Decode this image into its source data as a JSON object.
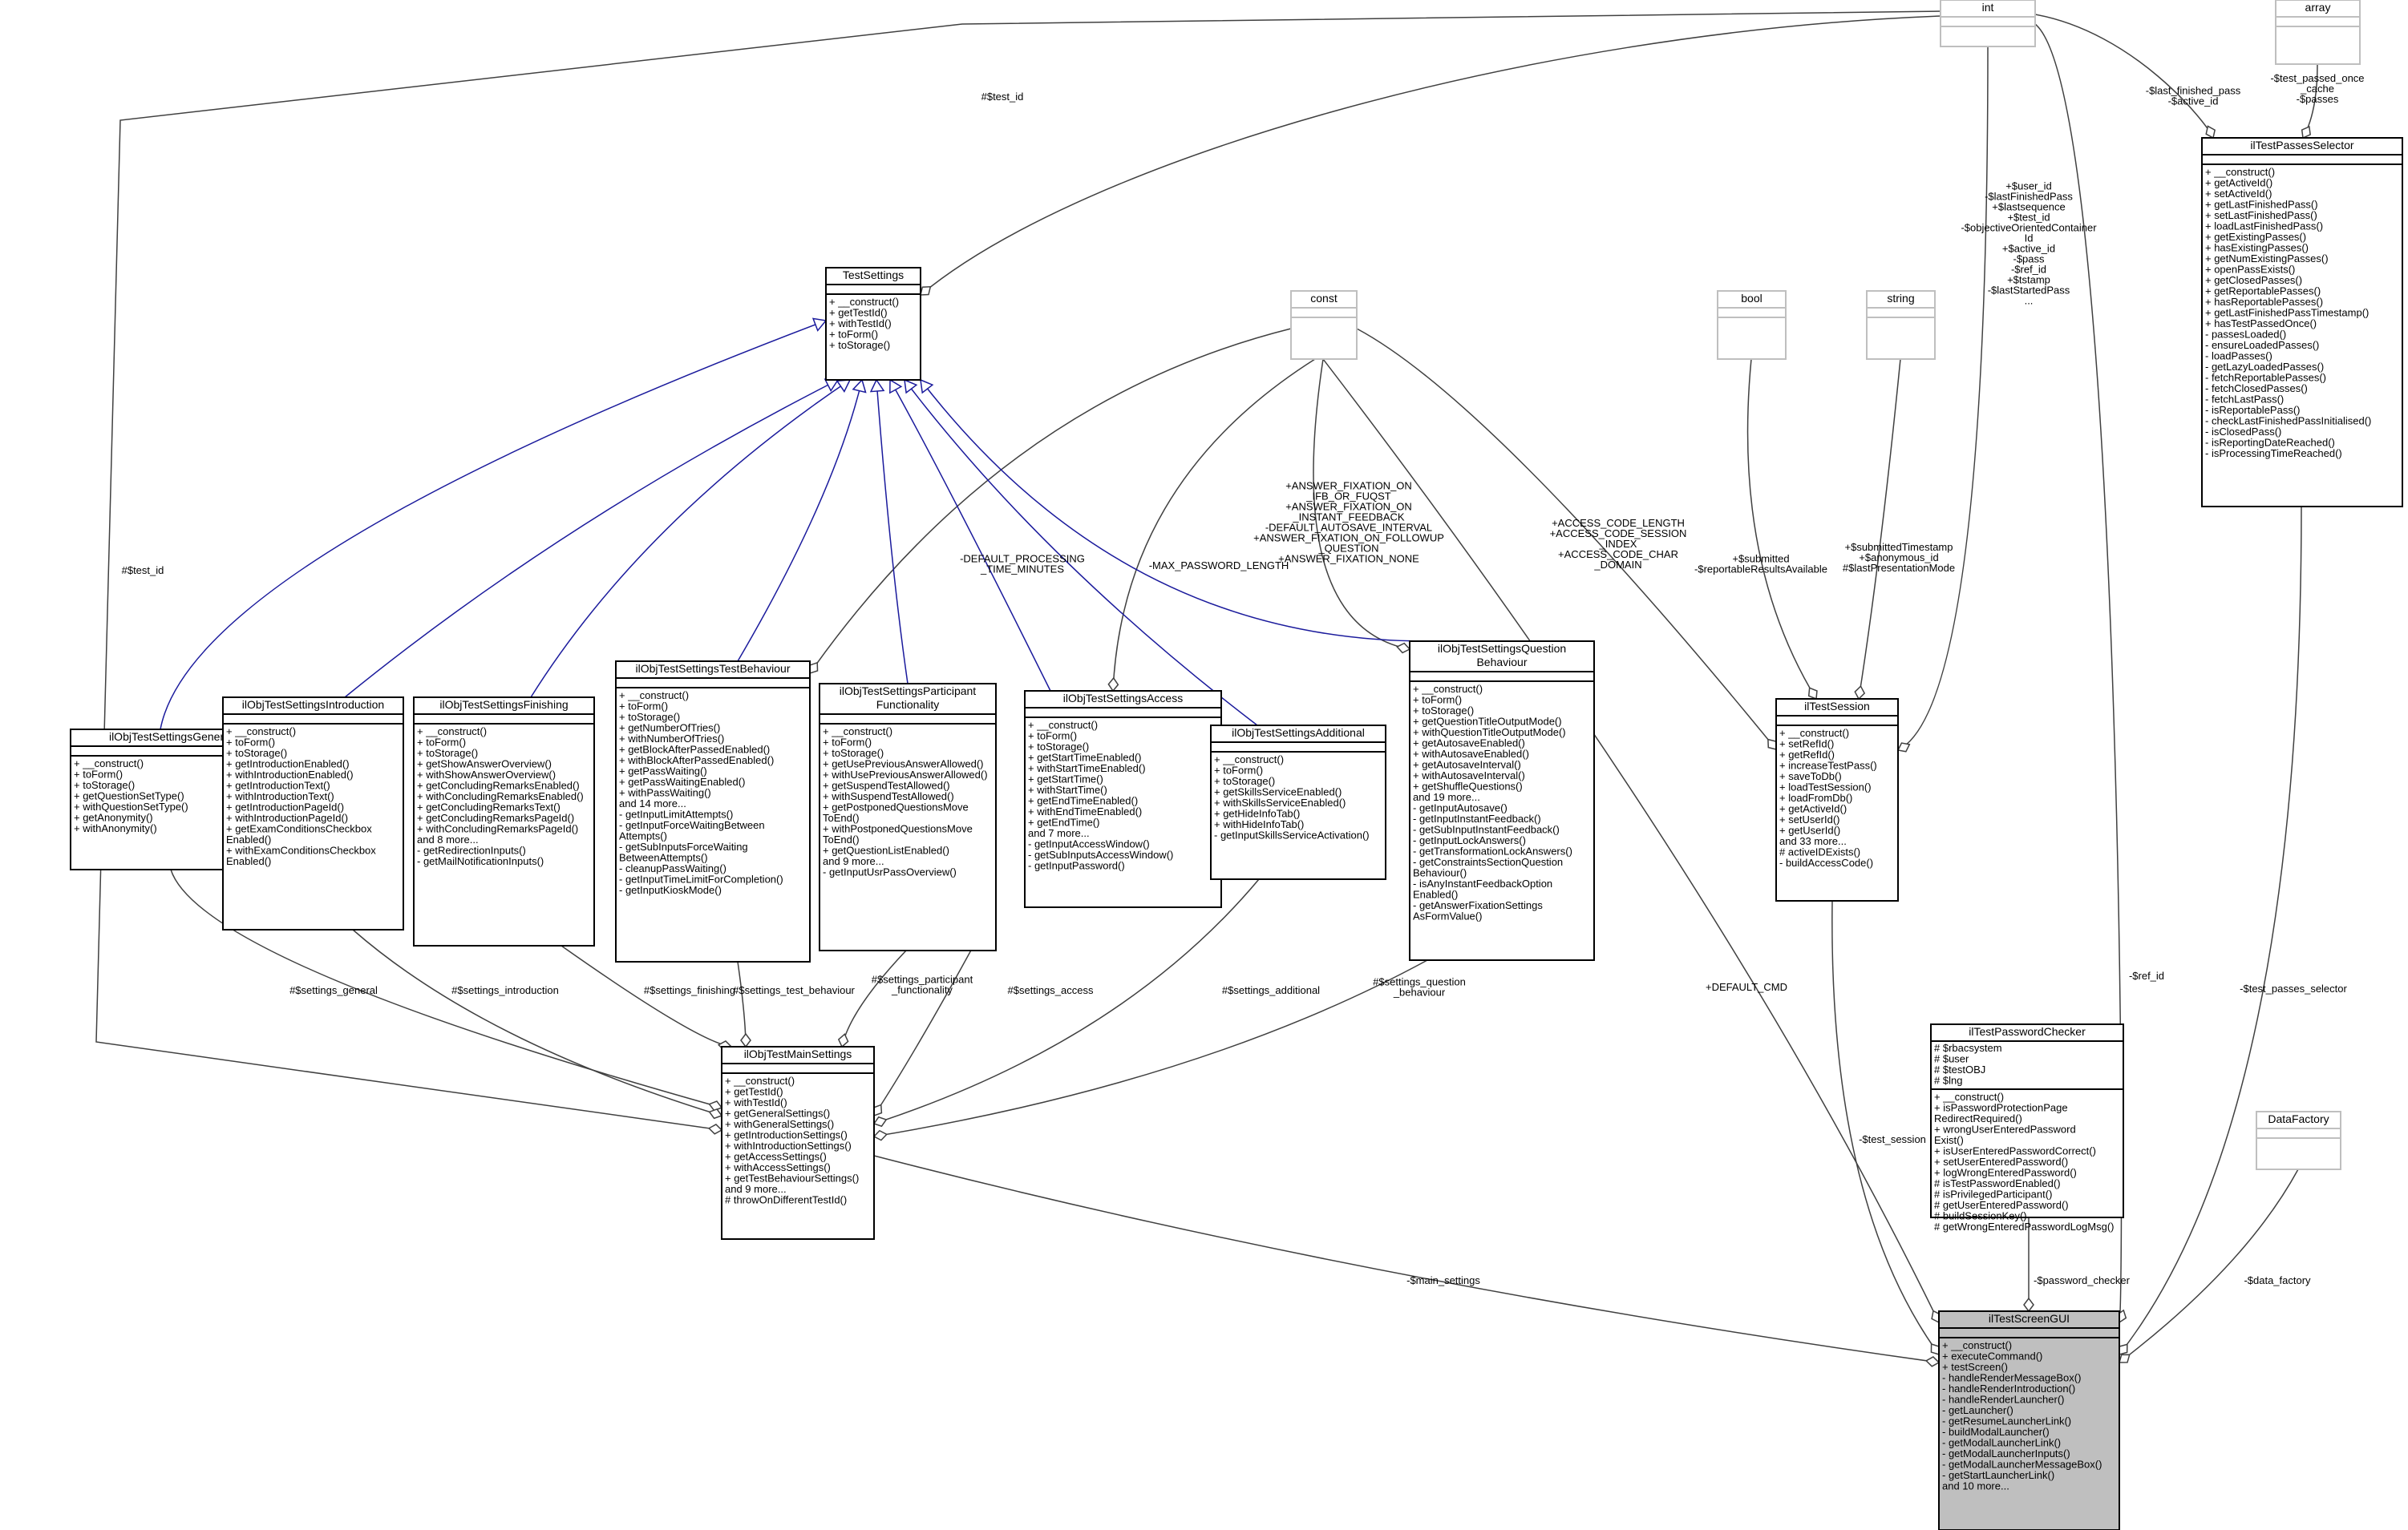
{
  "diagram": {
    "type": "uml-collaboration-graph",
    "focus_class": "ilTestScreenGUI",
    "classes": [
      {
        "id": "int",
        "name": "int",
        "kind": "primitive",
        "members": []
      },
      {
        "id": "array",
        "name": "array",
        "kind": "primitive",
        "members": []
      },
      {
        "id": "const",
        "name": "const",
        "kind": "primitive",
        "members": []
      },
      {
        "id": "bool",
        "name": "bool",
        "kind": "primitive",
        "members": []
      },
      {
        "id": "string",
        "name": "string",
        "kind": "primitive",
        "members": []
      },
      {
        "id": "DataFactory",
        "name": "DataFactory",
        "kind": "primitive",
        "members": []
      },
      {
        "id": "TestSettings",
        "name": "TestSettings",
        "kind": "class",
        "members": [
          "+ __construct()",
          "+ getTestId()",
          "+ withTestId()",
          "+ toForm()",
          "+ toStorage()"
        ]
      },
      {
        "id": "ilTestPassesSelector",
        "name": "ilTestPassesSelector",
        "kind": "class",
        "members": [
          "+ __construct()",
          "+ getActiveId()",
          "+ setActiveId()",
          "+ getLastFinishedPass()",
          "+ setLastFinishedPass()",
          "+ loadLastFinishedPass()",
          "+ getExistingPasses()",
          "+ hasExistingPasses()",
          "+ getNumExistingPasses()",
          "+ openPassExists()",
          "+ getClosedPasses()",
          "+ getReportablePasses()",
          "+ hasReportablePasses()",
          "+ getLastFinishedPassTimestamp()",
          "+ hasTestPassedOnce()",
          "- passesLoaded()",
          "- ensureLoadedPasses()",
          "- loadPasses()",
          "- getLazyLoadedPasses()",
          "- fetchReportablePasses()",
          "- fetchClosedPasses()",
          "- fetchLastPass()",
          "- isReportablePass()",
          "- checkLastFinishedPassInitialised()",
          "- isClosedPass()",
          "- isReportingDateReached()",
          "- isProcessingTimeReached()"
        ]
      },
      {
        "id": "ilObjTestSettingsGeneral",
        "name": "ilObjTestSettingsGeneral",
        "kind": "class",
        "members": [
          "+ __construct()",
          "+ toForm()",
          "+ toStorage()",
          "+ getQuestionSetType()",
          "+ withQuestionSetType()",
          "+ getAnonymity()",
          "+ withAnonymity()"
        ]
      },
      {
        "id": "ilObjTestSettingsIntroduction",
        "name": "ilObjTestSettingsIntroduction",
        "kind": "class",
        "members": [
          "+ __construct()",
          "+ toForm()",
          "+ toStorage()",
          "+ getIntroductionEnabled()",
          "+ withIntroductionEnabled()",
          "+ getIntroductionText()",
          "+ withIntroductionText()",
          "+ getIntroductionPageId()",
          "+ withIntroductionPageId()",
          "+ getExamConditionsCheckbox",
          "Enabled()",
          "+ withExamConditionsCheckbox",
          "Enabled()"
        ]
      },
      {
        "id": "ilObjTestSettingsFinishing",
        "name": "ilObjTestSettingsFinishing",
        "kind": "class",
        "members": [
          "+ __construct()",
          "+ toForm()",
          "+ toStorage()",
          "+ getShowAnswerOverview()",
          "+ withShowAnswerOverview()",
          "+ getConcludingRemarksEnabled()",
          "+ withConcludingRemarksEnabled()",
          "+ getConcludingRemarksText()",
          "+ getConcludingRemarksPageId()",
          "+ withConcludingRemarksPageId()",
          "and 8 more...",
          "- getRedirectionInputs()",
          "- getMailNotificationInputs()"
        ]
      },
      {
        "id": "ilObjTestSettingsTestBehaviour",
        "name": "ilObjTestSettingsTestBehaviour",
        "kind": "class",
        "members": [
          "+ __construct()",
          "+ toForm()",
          "+ toStorage()",
          "+ getNumberOfTries()",
          "+ withNumberOfTries()",
          "+ getBlockAfterPassedEnabled()",
          "+ withBlockAfterPassedEnabled()",
          "+ getPassWaiting()",
          "+ getPassWaitingEnabled()",
          "+ withPassWaiting()",
          "and 14 more...",
          "- getInputLimitAttempts()",
          "- getInputForceWaitingBetween",
          "Attempts()",
          "- getSubInputsForceWaiting",
          "BetweenAttempts()",
          "- cleanupPassWaiting()",
          "- getInputTimeLimitForCompletion()",
          "- getInputKioskMode()"
        ]
      },
      {
        "id": "ilObjTestSettingsParticipantFunctionality",
        "name": "ilObjTestSettingsParticipant\nFunctionality",
        "kind": "class",
        "members": [
          "+ __construct()",
          "+ toForm()",
          "+ toStorage()",
          "+ getUsePreviousAnswerAllowed()",
          "+ withUsePreviousAnswerAllowed()",
          "+ getSuspendTestAllowed()",
          "+ withSuspendTestAllowed()",
          "+ getPostponedQuestionsMove",
          "ToEnd()",
          "+ withPostponedQuestionsMove",
          "ToEnd()",
          "+ getQuestionListEnabled()",
          "and 9 more...",
          "- getInputUsrPassOverview()"
        ]
      },
      {
        "id": "ilObjTestSettingsAccess",
        "name": "ilObjTestSettingsAccess",
        "kind": "class",
        "members": [
          "+ __construct()",
          "+ toForm()",
          "+ toStorage()",
          "+ getStartTimeEnabled()",
          "+ withStartTimeEnabled()",
          "+ getStartTime()",
          "+ withStartTime()",
          "+ getEndTimeEnabled()",
          "+ withEndTimeEnabled()",
          "+ getEndTime()",
          "and 7 more...",
          "- getInputAccessWindow()",
          "- getSubInputsAccessWindow()",
          "- getInputPassword()"
        ]
      },
      {
        "id": "ilObjTestSettingsAdditional",
        "name": "ilObjTestSettingsAdditional",
        "kind": "class",
        "members": [
          "+ __construct()",
          "+ toForm()",
          "+ toStorage()",
          "+ getSkillsServiceEnabled()",
          "+ withSkillsServiceEnabled()",
          "+ getHideInfoTab()",
          "+ withHideInfoTab()",
          "- getInputSkillsServiceActivation()"
        ]
      },
      {
        "id": "ilObjTestSettingsQuestionBehaviour",
        "name": "ilObjTestSettingsQuestion\nBehaviour",
        "kind": "class",
        "members": [
          "+ __construct()",
          "+ toForm()",
          "+ toStorage()",
          "+ getQuestionTitleOutputMode()",
          "+ withQuestionTitleOutputMode()",
          "+ getAutosaveEnabled()",
          "+ withAutosaveEnabled()",
          "+ getAutosaveInterval()",
          "+ withAutosaveInterval()",
          "+ getShuffleQuestions()",
          "and 19 more...",
          "- getInputAutosave()",
          "- getInputInstantFeedback()",
          "- getSubInputInstantFeedback()",
          "- getInputLockAnswers()",
          "- getTransformationLockAnswers()",
          "- getConstraintsSectionQuestion",
          "Behaviour()",
          "- isAnyInstantFeedbackOption",
          "Enabled()",
          "- getAnswerFixationSettings",
          "AsFormValue()"
        ]
      },
      {
        "id": "ilTestSession",
        "name": "ilTestSession",
        "kind": "class",
        "members": [
          "+ __construct()",
          "+ setRefId()",
          "+ getRefId()",
          "+ increaseTestPass()",
          "+ saveToDb()",
          "+ loadTestSession()",
          "+ loadFromDb()",
          "+ getActiveId()",
          "+ setUserId()",
          "+ getUserId()",
          "and 33 more...",
          "# activeIDExists()",
          "- buildAccessCode()"
        ]
      },
      {
        "id": "ilObjTestMainSettings",
        "name": "ilObjTestMainSettings",
        "kind": "class",
        "members": [
          "+ __construct()",
          "+ getTestId()",
          "+ withTestId()",
          "+ getGeneralSettings()",
          "+ withGeneralSettings()",
          "+ getIntroductionSettings()",
          "+ withIntroductionSettings()",
          "+ getAccessSettings()",
          "+ withAccessSettings()",
          "+ getTestBehaviourSettings()",
          "and 9 more...",
          "# throwOnDifferentTestId()"
        ]
      },
      {
        "id": "ilTestPasswordChecker",
        "name": "ilTestPasswordChecker",
        "kind": "class",
        "attributes": [
          "# $rbacsystem",
          "# $user",
          "# $testOBJ",
          "# $lng"
        ],
        "members": [
          "+ __construct()",
          "+ isPasswordProtectionPage",
          "RedirectRequired()",
          "+ wrongUserEnteredPassword",
          "Exist()",
          "+ isUserEnteredPasswordCorrect()",
          "+ setUserEnteredPassword()",
          "+ logWrongEnteredPassword()",
          "# isTestPasswordEnabled()",
          "# isPrivilegedParticipant()",
          "# getUserEnteredPassword()",
          "# buildSessionKey()",
          "# getWrongEnteredPasswordLogMsg()"
        ]
      },
      {
        "id": "ilTestScreenGUI",
        "name": "ilTestScreenGUI",
        "kind": "focus",
        "members": [
          "+ __construct()",
          "+ executeCommand()",
          "+ testScreen()",
          "- handleRenderMessageBox()",
          "- handleRenderIntroduction()",
          "- handleRenderLauncher()",
          "- getLauncher()",
          "- getResumeLauncherLink()",
          "- buildModalLauncher()",
          "- getModalLauncherLink()",
          "- getModalLauncherInputs()",
          "- getModalLauncherMessageBox()",
          "- getStartLauncherLink()",
          "and 10 more..."
        ]
      }
    ],
    "edges": [
      {
        "id": "e_int_testsettings",
        "from": "int",
        "to": "TestSettings",
        "kind": "association",
        "label": [
          "#$test_id"
        ]
      },
      {
        "id": "e_int_mainsettings",
        "from": "int",
        "to": "ilObjTestMainSettings",
        "kind": "association",
        "label": [
          "#$test_id"
        ]
      },
      {
        "id": "e_int_passes",
        "from": "int",
        "to": "ilTestPassesSelector",
        "kind": "association",
        "label": [
          "-$last_finished_pass",
          "-$active_id"
        ]
      },
      {
        "id": "e_array_passes",
        "from": "array",
        "to": "ilTestPassesSelector",
        "kind": "association",
        "label": [
          "-$test_passed_once",
          "_cache",
          "-$passes"
        ]
      },
      {
        "id": "e_int_session",
        "from": "int",
        "to": "ilTestSession",
        "kind": "association",
        "label": [
          "+$user_id",
          "-$lastFinishedPass",
          "+$lastsequence",
          "+$test_id",
          "-$objectiveOrientedContainer",
          "Id",
          "+$active_id",
          "-$pass",
          "-$ref_id",
          "+$tstamp",
          "-$lastStartedPass",
          "..."
        ]
      },
      {
        "id": "e_int_gui",
        "from": "int",
        "to": "ilTestScreenGUI",
        "kind": "association",
        "label": [
          "-$ref_id"
        ]
      },
      {
        "id": "e_const_testbehaviour",
        "from": "const",
        "to": "ilObjTestSettingsTestBehaviour",
        "kind": "association",
        "label": [
          "-DEFAULT_PROCESSING",
          "_TIME_MINUTES"
        ]
      },
      {
        "id": "e_const_access",
        "from": "const",
        "to": "ilObjTestSettingsAccess",
        "kind": "association",
        "label": [
          "-MAX_PASSWORD_LENGTH"
        ]
      },
      {
        "id": "e_const_qbehaviour",
        "from": "const",
        "to": "ilObjTestSettingsQuestionBehaviour",
        "kind": "association",
        "label": [
          "+ANSWER_FIXATION_ON",
          "_IFB_OR_FUQST",
          "+ANSWER_FIXATION_ON",
          "_INSTANT_FEEDBACK",
          "-DEFAULT_AUTOSAVE_INTERVAL",
          "+ANSWER_FIXATION_ON_FOLLOWUP",
          "_QUESTION",
          "+ANSWER_FIXATION_NONE"
        ]
      },
      {
        "id": "e_const_session",
        "from": "const",
        "to": "ilTestSession",
        "kind": "association",
        "label": [
          "+ACCESS_CODE_LENGTH",
          "+ACCESS_CODE_SESSION",
          "_INDEX",
          "+ACCESS_CODE_CHAR",
          "_DOMAIN"
        ]
      },
      {
        "id": "e_const_gui",
        "from": "const",
        "to": "ilTestScreenGUI",
        "kind": "association",
        "label": [
          "+DEFAULT_CMD"
        ]
      },
      {
        "id": "e_bool_session",
        "from": "bool",
        "to": "ilTestSession",
        "kind": "association",
        "label": [
          "+$submitted",
          "-$reportableResultsAvailable"
        ]
      },
      {
        "id": "e_string_session",
        "from": "string",
        "to": "ilTestSession",
        "kind": "association",
        "label": [
          "+$submittedTimestamp",
          "+$anonymous_id",
          "#$lastPresentationMode"
        ]
      },
      {
        "id": "i_general",
        "from": "ilObjTestSettingsGeneral",
        "to": "TestSettings",
        "kind": "inheritance",
        "label": []
      },
      {
        "id": "i_intro",
        "from": "ilObjTestSettingsIntroduction",
        "to": "TestSettings",
        "kind": "inheritance",
        "label": []
      },
      {
        "id": "i_finishing",
        "from": "ilObjTestSettingsFinishing",
        "to": "TestSettings",
        "kind": "inheritance",
        "label": []
      },
      {
        "id": "i_testbehaviour",
        "from": "ilObjTestSettingsTestBehaviour",
        "to": "TestSettings",
        "kind": "inheritance",
        "label": []
      },
      {
        "id": "i_participant",
        "from": "ilObjTestSettingsParticipantFunctionality",
        "to": "TestSettings",
        "kind": "inheritance",
        "label": []
      },
      {
        "id": "i_access",
        "from": "ilObjTestSettingsAccess",
        "to": "TestSettings",
        "kind": "inheritance",
        "label": []
      },
      {
        "id": "i_additional",
        "from": "ilObjTestSettingsAdditional",
        "to": "TestSettings",
        "kind": "inheritance",
        "label": []
      },
      {
        "id": "i_qbehaviour",
        "from": "ilObjTestSettingsQuestionBehaviour",
        "to": "TestSettings",
        "kind": "inheritance",
        "label": []
      },
      {
        "id": "e_general_main",
        "from": "ilObjTestSettingsGeneral",
        "to": "ilObjTestMainSettings",
        "kind": "association",
        "label": [
          "#$settings_general"
        ]
      },
      {
        "id": "e_intro_main",
        "from": "ilObjTestSettingsIntroduction",
        "to": "ilObjTestMainSettings",
        "kind": "association",
        "label": [
          "#$settings_introduction"
        ]
      },
      {
        "id": "e_finishing_main",
        "from": "ilObjTestSettingsFinishing",
        "to": "ilObjTestMainSettings",
        "kind": "association",
        "label": [
          "#$settings_finishing"
        ]
      },
      {
        "id": "e_testbehaviour_main",
        "from": "ilObjTestSettingsTestBehaviour",
        "to": "ilObjTestMainSettings",
        "kind": "association",
        "label": [
          "#$settings_test_behaviour"
        ]
      },
      {
        "id": "e_participant_main",
        "from": "ilObjTestSettingsParticipantFunctionality",
        "to": "ilObjTestMainSettings",
        "kind": "association",
        "label": [
          "#$settings_participant",
          "_functionality"
        ]
      },
      {
        "id": "e_access_main",
        "from": "ilObjTestSettingsAccess",
        "to": "ilObjTestMainSettings",
        "kind": "association",
        "label": [
          "#$settings_access"
        ]
      },
      {
        "id": "e_additional_main",
        "from": "ilObjTestSettingsAdditional",
        "to": "ilObjTestMainSettings",
        "kind": "association",
        "label": [
          "#$settings_additional"
        ]
      },
      {
        "id": "e_qbehaviour_main",
        "from": "ilObjTestSettingsQuestionBehaviour",
        "to": "ilObjTestMainSettings",
        "kind": "association",
        "label": [
          "#$settings_question",
          "_behaviour"
        ]
      },
      {
        "id": "e_main_gui",
        "from": "ilObjTestMainSettings",
        "to": "ilTestScreenGUI",
        "kind": "association",
        "label": [
          "-$main_settings"
        ]
      },
      {
        "id": "e_session_gui",
        "from": "ilTestSession",
        "to": "ilTestScreenGUI",
        "kind": "association",
        "label": [
          "-$test_session"
        ]
      },
      {
        "id": "e_password_gui",
        "from": "ilTestPasswordChecker",
        "to": "ilTestScreenGUI",
        "kind": "association",
        "label": [
          "-$password_checker"
        ]
      },
      {
        "id": "e_passes_gui",
        "from": "ilTestPassesSelector",
        "to": "ilTestScreenGUI",
        "kind": "association",
        "label": [
          "-$test_passes_selector"
        ]
      },
      {
        "id": "e_factory_gui",
        "from": "DataFactory",
        "to": "ilTestScreenGUI",
        "kind": "association",
        "label": [
          "-$data_factory"
        ]
      }
    ]
  }
}
